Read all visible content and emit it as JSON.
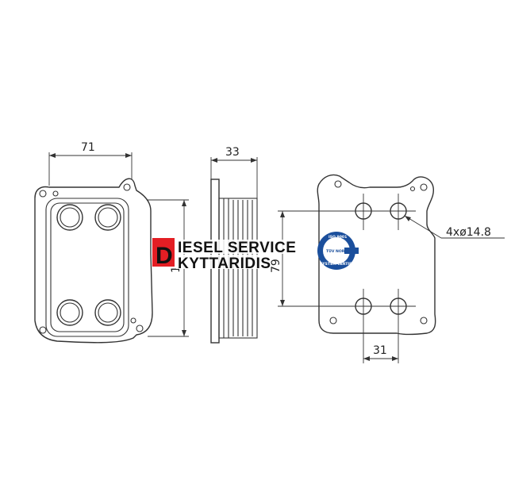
{
  "dimensions": {
    "width": "71",
    "depth": "33",
    "height_partial": "1",
    "hole_spacing_vertical": "79",
    "hole_spacing_horizontal": "31",
    "holes": "4xø14.8"
  },
  "watermark": {
    "initial": "D",
    "line1": "IESEL SERVICE",
    "line2": "KYTTARIDIS",
    "accent_color": "#e31e24",
    "seal_color": "#1b4f9c",
    "seal_text_top": "ISO 9001",
    "seal_text_mid": "TÜV NORD",
    "seal_text_bottom": "SYSTEM CERTIFICATION"
  }
}
